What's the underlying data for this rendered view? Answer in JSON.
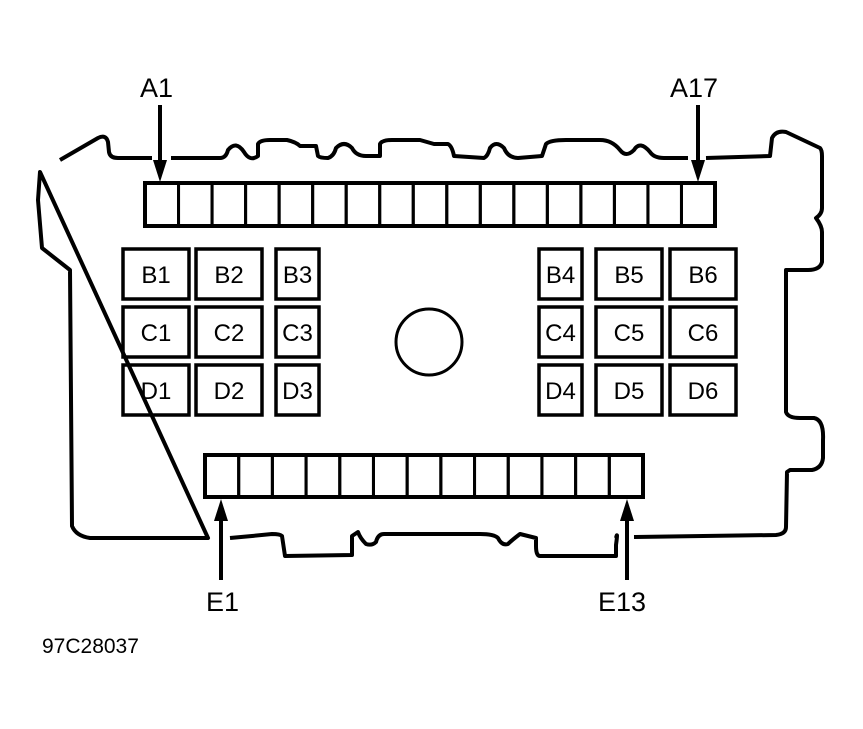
{
  "figure": {
    "id_label": "97C28037",
    "type": "connector face view (pin-out diagram)"
  },
  "connector_rows": {
    "top": {
      "row": "A",
      "count": 17,
      "first_label": "A1",
      "last_label": "A17"
    },
    "bottom": {
      "row": "E",
      "count": 13,
      "first_label": "E1",
      "last_label": "E13"
    }
  },
  "terminal_blocks": {
    "left": [
      [
        "B1",
        "B2",
        "B3"
      ],
      [
        "C1",
        "C2",
        "C3"
      ],
      [
        "D1",
        "D2",
        "D3"
      ]
    ],
    "right": [
      [
        "B4",
        "B5",
        "B6"
      ],
      [
        "C4",
        "C5",
        "C6"
      ],
      [
        "D4",
        "D5",
        "D6"
      ]
    ]
  },
  "colors": {
    "ink": "#000000",
    "background": "#ffffff"
  }
}
